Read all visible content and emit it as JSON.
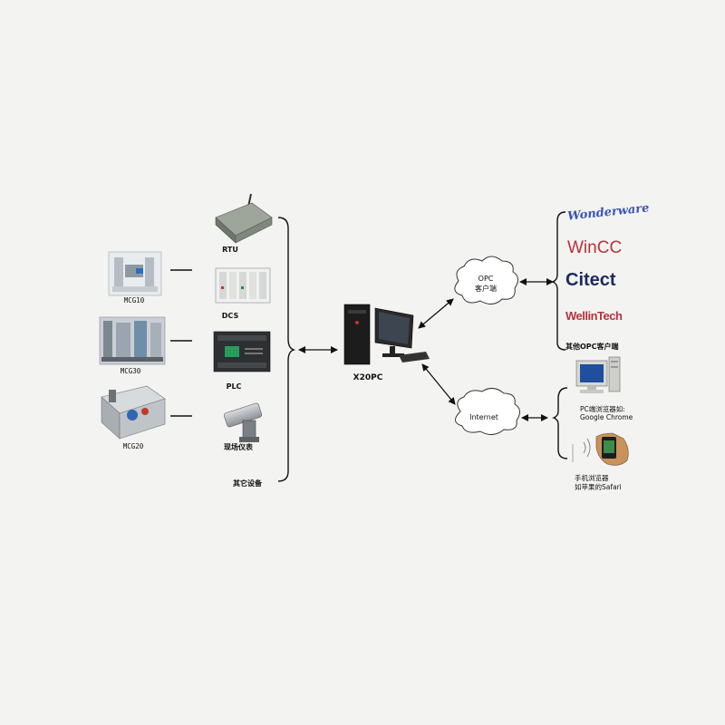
{
  "devices": {
    "mcg10": "MCG10",
    "mcg30": "MCG30",
    "mcg20": "MCG20",
    "rtu": "RTU",
    "dcs": "DCS",
    "plc": "PLC",
    "field_instrument": "现场仪表",
    "other_devices": "其它设备"
  },
  "server": {
    "label": "X20PC"
  },
  "clouds": {
    "opc_line1": "OPC",
    "opc_line2": "客户端",
    "internet": "Internet"
  },
  "opc_clients": {
    "wonderware": "Wonderware",
    "wincc": "WinCC",
    "citect": "Citect",
    "wellintech": "WellinTech",
    "other": "其他OPC客户端"
  },
  "browsers": {
    "pc_line1": "PC端浏览器如:",
    "pc_line2": "Google Chrome",
    "mobile_line1": "手机浏览器",
    "mobile_line2": "如苹果的Safari"
  },
  "colors": {
    "wonderware": "#3a55b4",
    "wincc": "#b8323a",
    "citect": "#1d2a5e",
    "wellintech": "#b8323a"
  }
}
